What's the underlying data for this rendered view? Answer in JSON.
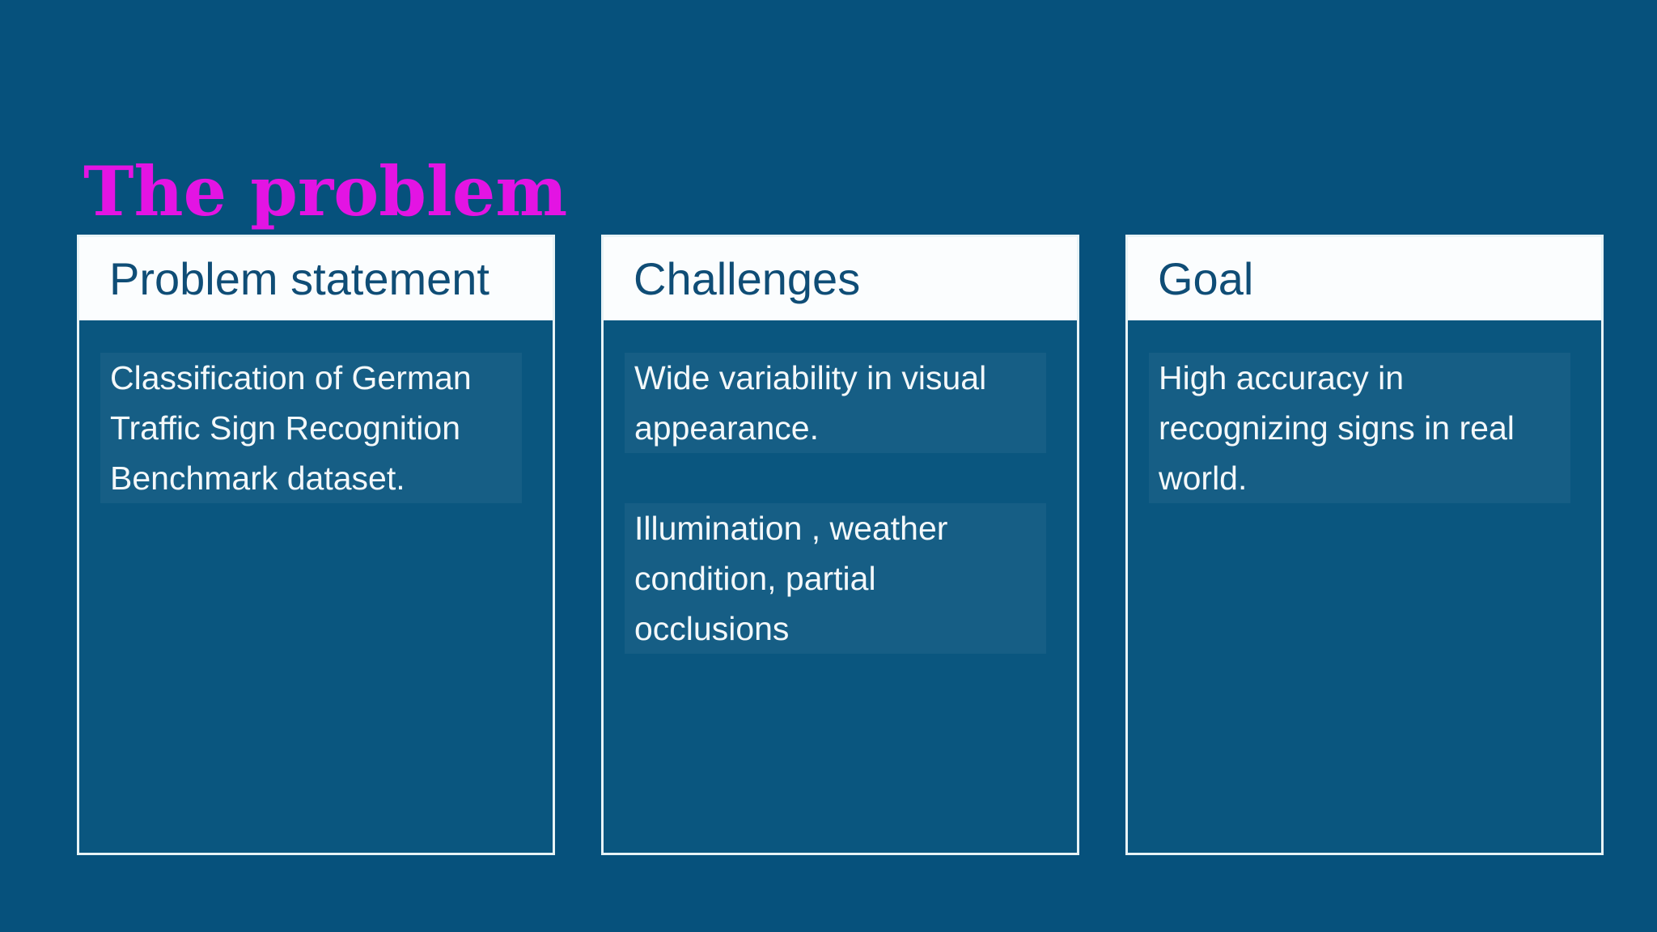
{
  "slide": {
    "title": "The problem"
  },
  "cards": [
    {
      "header": "Problem statement",
      "paragraphs": [
        "Classification of German Traffic Sign Recognition Benchmark dataset."
      ]
    },
    {
      "header": "Challenges",
      "paragraphs": [
        "Wide variability in visual appearance.",
        "Illumination , weather condition, partial occlusions"
      ]
    },
    {
      "header": "Goal",
      "paragraphs": [
        "High accuracy in recognizing signs in real world."
      ]
    }
  ],
  "colors": {
    "background": "#06517C",
    "card_body": "#0A567F",
    "card_border": "#E8F3F6",
    "header_background": "#FBFDFE",
    "header_text": "#0F4D76",
    "body_text": "#F3F8FA",
    "title": "#E314E3"
  }
}
